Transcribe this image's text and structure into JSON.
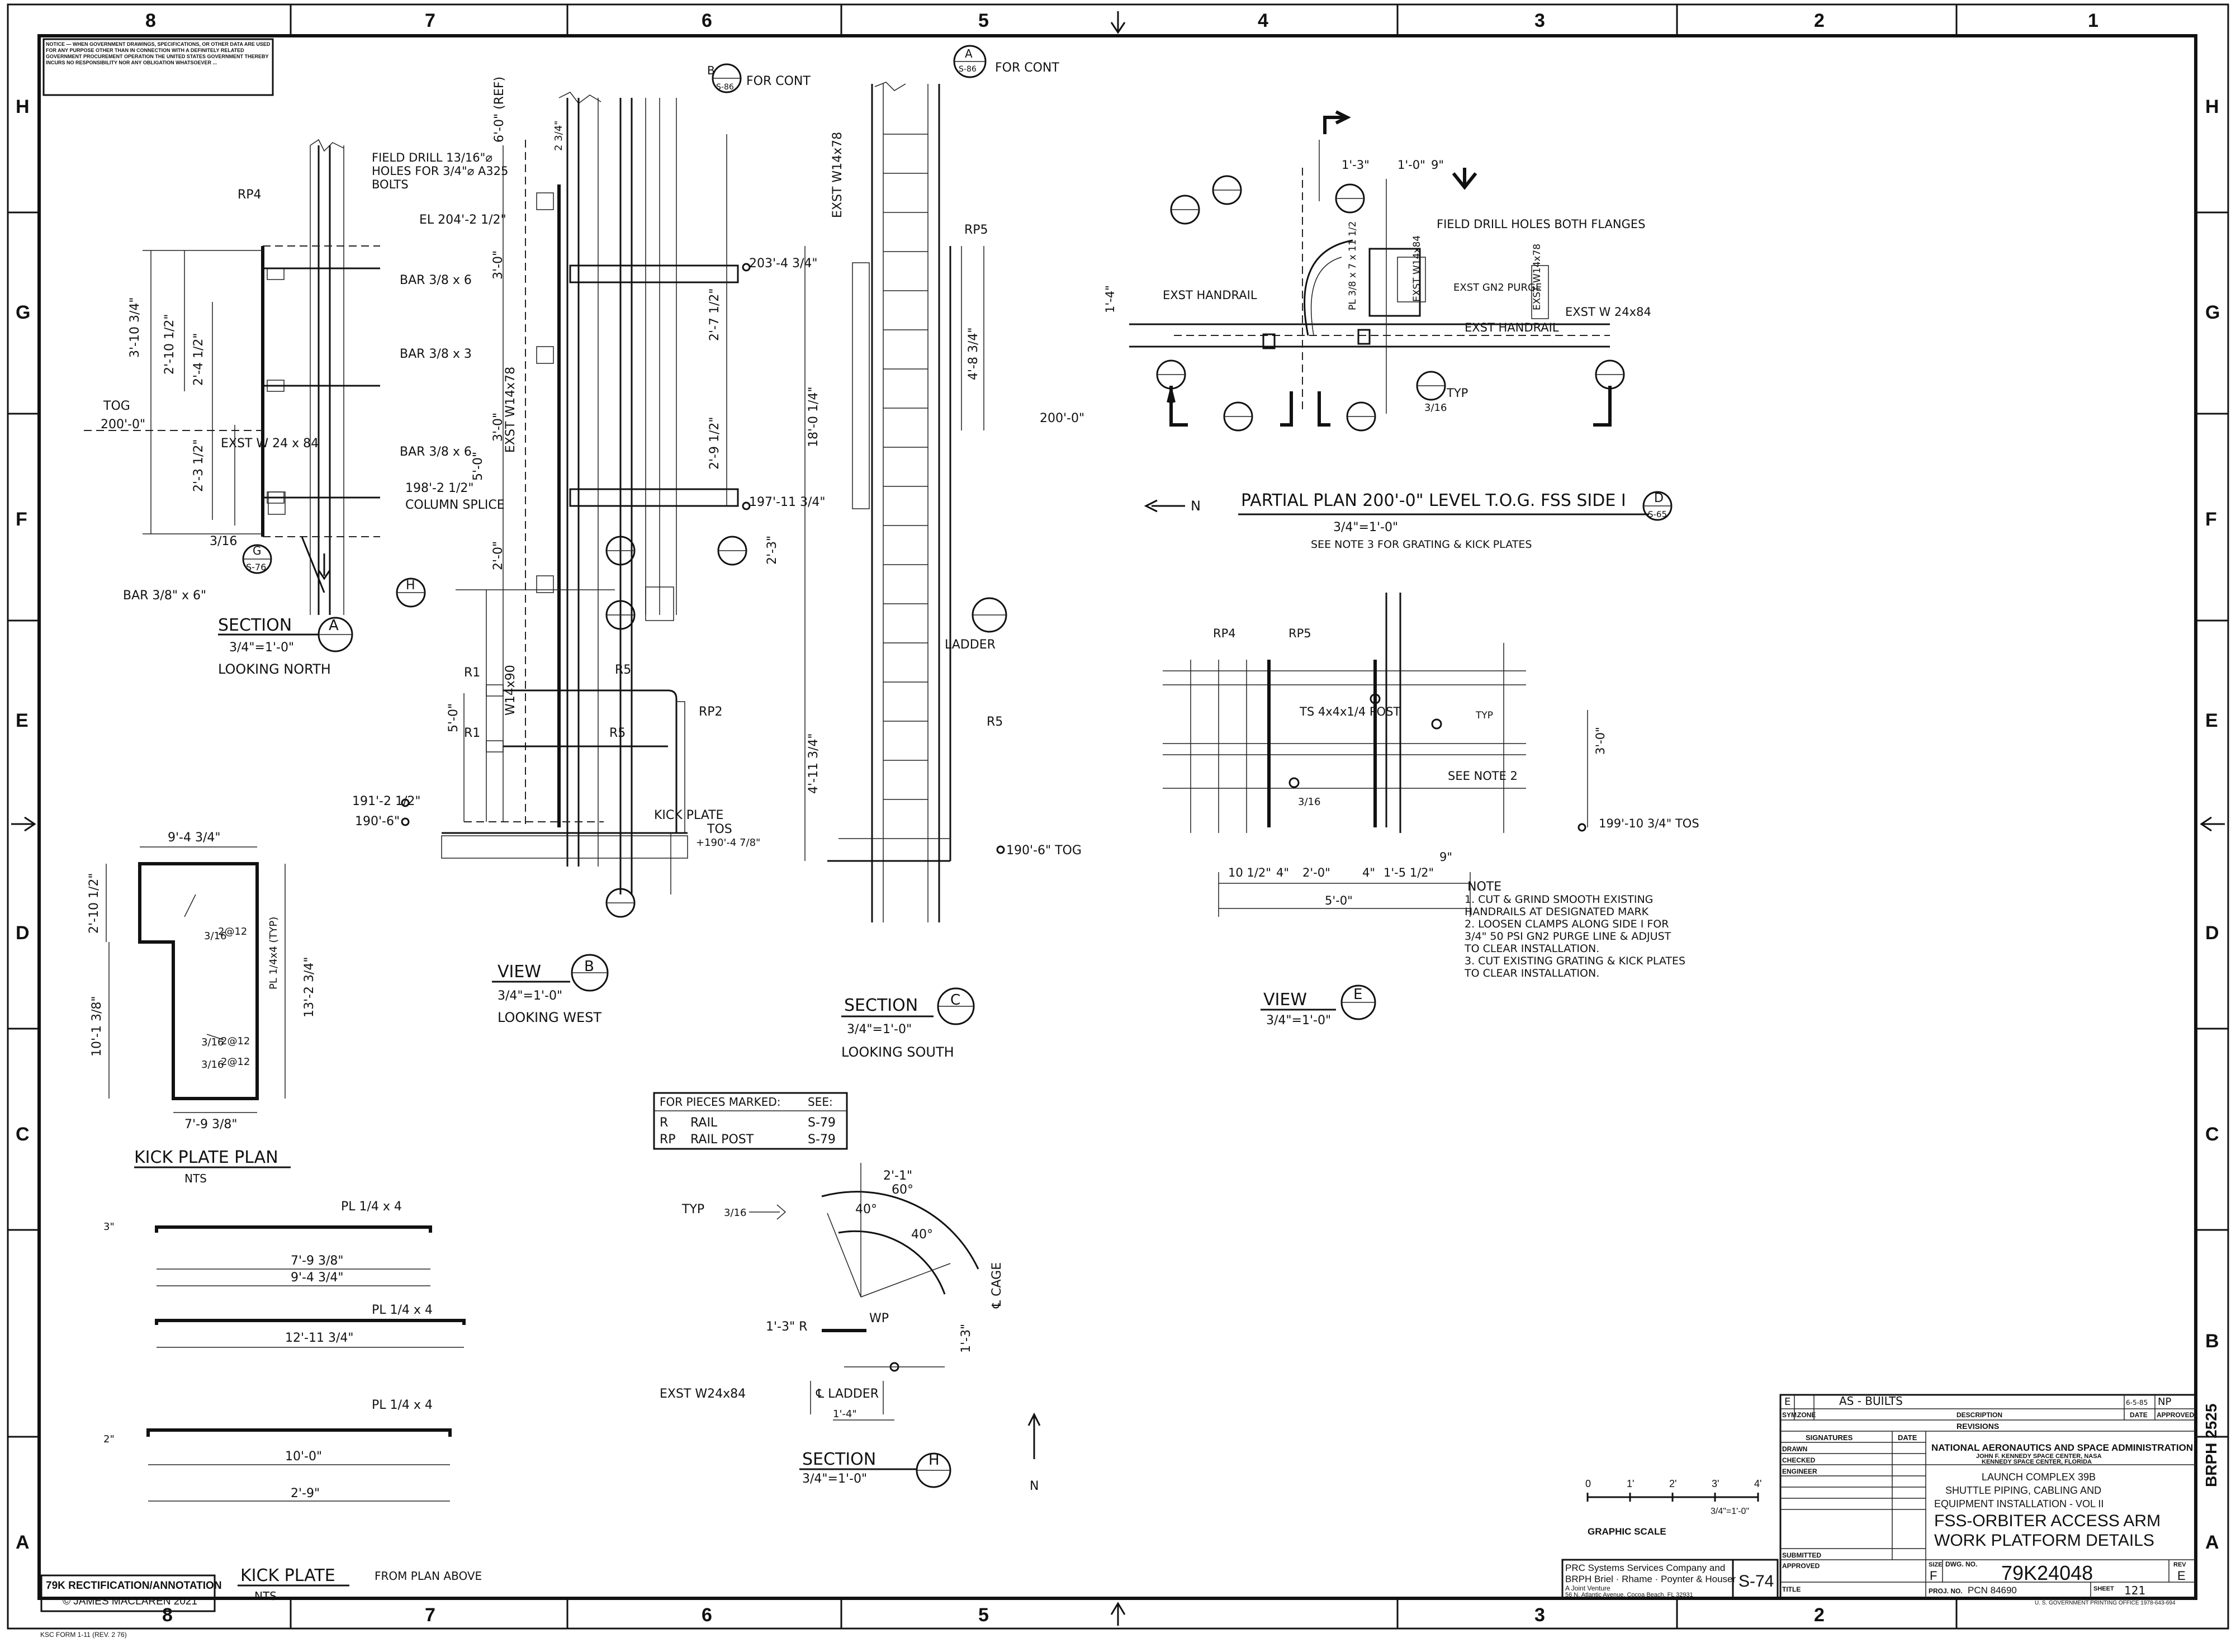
{
  "border": {
    "columns": [
      "8",
      "7",
      "6",
      "5",
      "4",
      "3",
      "2",
      "1"
    ],
    "rows": [
      "H",
      "G",
      "F",
      "E",
      "D",
      "C",
      "B",
      "A"
    ]
  },
  "notice": "NOTICE — WHEN GOVERNMENT DRAWINGS, SPECIFICATIONS, OR OTHER DATA ARE USED FOR ANY PURPOSE OTHER THAN IN CONNECTION WITH A DEFINITELY RELATED GOVERNMENT PROCUREMENT OPERATION THE UNITED STATES GOVERNMENT THEREBY INCURS NO RESPONSIBILITY NOR ANY OBLIGATION WHATSOEVER ...",
  "views": {
    "section_a": {
      "title": "SECTION",
      "tag": "A",
      "scale": "3/4\"=1'-0\"",
      "sub": "LOOKING NORTH",
      "labels": [
        "RP4",
        "BAR 3/8 x 6",
        "BAR 3/8 x 3",
        "BAR 3/8 x 6",
        "EXST W 24 x 84",
        "TOG",
        "200'-0\"",
        "3'-10 3/4\"",
        "2'-10 1/2\"",
        "2'-4 1/2\"",
        "2'-3 1/2\"",
        "BAR 3/8\" x 6\"",
        "3/16",
        "G",
        "S-76",
        "H"
      ]
    },
    "view_b": {
      "title": "VIEW",
      "tag": "B",
      "scale": "3/4\"=1'-0\"",
      "sub": "LOOKING WEST",
      "labels": [
        "FIELD DRILL 13/16\"⌀ HOLES FOR 3/4\"⌀ A325 BOLTS",
        "EL 204'-2 1/2\"",
        "6'-0\" (REF)",
        "EXST W14x78",
        "W14x90",
        "198'-2 1/2\"",
        "COLUMN SPLICE",
        "203'-4 3/4\"",
        "197'-11 3/4\"",
        "191'-2 1/2\"",
        "190'-6\"",
        "R1",
        "R1",
        "R5",
        "R5",
        "RP2",
        "KICK PLATE",
        "TOS",
        "+190'-4 7/8\"",
        "2'-7 1/2\"",
        "2'-9 1/2\"",
        "2'-3\"",
        "3'-0\"",
        "3'-0\"",
        "5'-0\"",
        "2'-0\"",
        "5'-0\"",
        "2 3/4\""
      ],
      "cont": "FOR CONT",
      "cont_ref": "B",
      "cont_sheet": "S-86"
    },
    "section_c": {
      "title": "SECTION",
      "tag": "C",
      "scale": "3/4\"=1'-0\"",
      "sub": "LOOKING SOUTH",
      "labels": [
        "RP5",
        "EXST W14x78",
        "18'-0 1/4\"",
        "4'-11 3/4\"",
        "4'-8 3/4\"",
        "200'-0\"",
        "190'-6\" TOG",
        "LADDER",
        "R5"
      ],
      "cont": "FOR CONT",
      "cont_ref": "A",
      "cont_sheet": "S-86"
    },
    "partial_plan": {
      "title": "PARTIAL PLAN 200'-0\" LEVEL T.O.G. FSS SIDE I",
      "tag": "D",
      "sheet": "S-65",
      "scale": "3/4\"=1'-0\"",
      "note": "SEE NOTE 3 FOR GRATING & KICK PLATES",
      "north": "N",
      "labels": [
        "EXST HANDRAIL",
        "FIELD DRILL HOLES BOTH FLANGES",
        "EXST GN2 PURGE",
        "EXST W 24x84",
        "EXST HANDRAIL",
        "PL 3/8 x 7 x 11 1/2",
        "1'-3\"",
        "1'-0\"",
        "9\"",
        "1'-4\"",
        "3/16",
        "TYP",
        "EXST W14x84",
        "EXST W14x78"
      ]
    },
    "view_e": {
      "title": "VIEW",
      "tag": "E",
      "scale": "3/4\"=1'-0\"",
      "labels": [
        "RP4",
        "RP5",
        "TS 4x4x1/4 POST",
        "SEE NOTE 2",
        "3'-0\"",
        "199'-10 3/4\" TOS",
        "10 1/2\"",
        "4\"",
        "2'-0\"",
        "4\"",
        "1'-5 1/2\"",
        "9\"",
        "5'-0\"",
        "TYP",
        "3/16"
      ]
    },
    "notes": {
      "title": "NOTE",
      "items": [
        "1. CUT & GRIND SMOOTH EXISTING HANDRAILS AT DESIGNATED MARK",
        "2. LOOSEN CLAMPS ALONG SIDE I FOR 3/4\" 50 PSI GN2 PURGE LINE & ADJUST TO CLEAR INSTALLATION.",
        "3. CUT EXISTING GRATING & KICK PLATES TO CLEAR INSTALLATION."
      ]
    },
    "kick_plate_plan": {
      "title": "KICK PLATE PLAN",
      "sub": "NTS",
      "labels": [
        "9'-4 3/4\"",
        "2'-10 1/2\"",
        "10'-1 3/8\"",
        "13'-2 3/4\"",
        "7'-9 3/8\"",
        "3/16",
        "2@12",
        "3/16",
        "2@12",
        "3/16",
        "2@12",
        "PL 1/4x4 (TYP)"
      ]
    },
    "kick_plate": {
      "title": "KICK PLATE",
      "sub": "NTS",
      "from": "FROM PLAN ABOVE",
      "labels": [
        "PL 1/4 x 4",
        "7'-9 3/8\"",
        "9'-4 3/4\"",
        "PL 1/4 x 4",
        "12'-11 3/4\"",
        "PL 1/4 x 4",
        "10'-0\"",
        "2'-9\"",
        "3\"",
        "2\""
      ]
    },
    "section_h": {
      "title": "SECTION",
      "tag": "H",
      "scale": "3/4\"=1'-0\"",
      "labels": [
        "TYP",
        "3/16",
        "2'-1\"",
        "60°",
        "40°",
        "40°",
        "1'-3\" R",
        "WP",
        "℄ CAGE",
        "1'-3\"",
        "EXST W24x84",
        "℄ LADDER",
        "1'-4\"",
        "N"
      ]
    }
  },
  "piece_table": {
    "header": [
      "FOR PIECES MARKED:",
      "SEE:"
    ],
    "rows": [
      [
        "R",
        "RAIL",
        "S-79"
      ],
      [
        "RP",
        "RAIL POST",
        "S-79"
      ]
    ]
  },
  "graphic_scale": {
    "ticks": [
      "0",
      "1'",
      "2'",
      "3'",
      "4'"
    ],
    "scale": "3/4\"=1'-0\"",
    "label": "GRAPHIC SCALE"
  },
  "credit": {
    "line1": "79K RECTIFICATION/ANNOTATION",
    "line2": "© JAMES MACLAREN 2021"
  },
  "form": "KSC FORM 1-11 (REV. 2 76)",
  "prc": {
    "line1": "PRC Systems Services Company and",
    "line2": "BRPH Briel · Rhame · Poynter & Houser",
    "line3": "A Joint Venture",
    "line4": "56 N. Atlantic Avenue, Cocoa Beach, FL 32931"
  },
  "sheet_ref": "S-74",
  "title_block": {
    "revision": {
      "letter": "E",
      "desc": "AS - BUILTS",
      "date": "6-5-85",
      "approved": "NP"
    },
    "rev_headers": [
      "SYM.",
      "ZONE",
      "DESCRIPTION",
      "DATE",
      "APPROVED"
    ],
    "revisions_label": "REVISIONS",
    "sig_headers": [
      "SIGNATURES",
      "DATE"
    ],
    "sig_rows": [
      "DRAWN",
      "CHECKED",
      "ENGINEER",
      "",
      "",
      "",
      "SUBMITTED",
      "APPROVED",
      "TITLE"
    ],
    "agency": "NATIONAL AERONAUTICS AND SPACE ADMINISTRATION",
    "center1": "JOHN F. KENNEDY SPACE CENTER, NASA",
    "center2": "KENNEDY SPACE CENTER, FLORIDA",
    "project1": "LAUNCH COMPLEX 39B",
    "project2": "SHUTTLE PIPING, CABLING AND",
    "project3": "EQUIPMENT INSTALLATION - VOL II",
    "title1": "FSS-ORBITER ACCESS ARM",
    "title2": "WORK PLATFORM DETAILS",
    "size_label": "SIZE",
    "size": "F",
    "dwg_label": "DWG. NO.",
    "dwg": "79K24048",
    "rev_label": "REV",
    "rev": "E",
    "proj_label": "PROJ. NO.",
    "proj": "PCN 84690",
    "sheet_label": "SHEET",
    "sheet": "121",
    "printer": "U. S. GOVERNMENT PRINTING OFFICE 1978-643-694",
    "brph": "BRPH 2525"
  }
}
